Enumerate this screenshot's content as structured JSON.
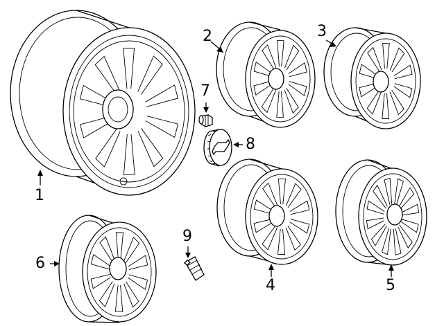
{
  "callouts": [
    {
      "id": "1",
      "text": "1"
    },
    {
      "id": "2",
      "text": "2"
    },
    {
      "id": "3",
      "text": "3"
    },
    {
      "id": "4",
      "text": "4"
    },
    {
      "id": "5",
      "text": "5"
    },
    {
      "id": "6",
      "text": "6"
    },
    {
      "id": "7",
      "text": "7"
    },
    {
      "id": "8",
      "text": "8"
    },
    {
      "id": "9",
      "text": "9"
    }
  ],
  "parts": [
    {
      "id": "1",
      "icon": "large-wheel-icon"
    },
    {
      "id": "2",
      "icon": "wheel-icon"
    },
    {
      "id": "3",
      "icon": "wheel-icon"
    },
    {
      "id": "4",
      "icon": "wheel-icon"
    },
    {
      "id": "5",
      "icon": "wheel-icon"
    },
    {
      "id": "6",
      "icon": "wheel-icon"
    },
    {
      "id": "7",
      "icon": "lug-nut-icon"
    },
    {
      "id": "8",
      "icon": "center-cap-icon"
    },
    {
      "id": "9",
      "icon": "valve-stem-icon"
    }
  ]
}
